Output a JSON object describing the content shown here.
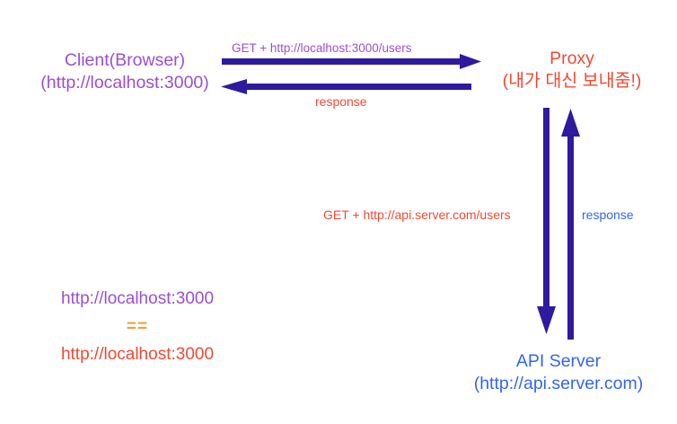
{
  "diagram": {
    "title_present": false,
    "background_color": "#ffffff",
    "colors": {
      "client_purple": "#9b4fd0",
      "proxy_red": "#f04a33",
      "api_blue": "#3366ee",
      "arrow_indigo": "#2e1a9e",
      "equals_orange": "#f0a03c"
    },
    "nodes": {
      "client": {
        "line1": "Client(Browser)",
        "line2": "(http://localhost:3000)",
        "color": "#9b4fd0"
      },
      "proxy": {
        "line1": "Proxy",
        "line2": "(내가 대신 보내줌!)",
        "color": "#f04a33"
      },
      "api_server": {
        "line1": "API Server",
        "line2": "(http://api.server.com)",
        "color": "#3366ee"
      }
    },
    "edges": [
      {
        "id": "client-to-proxy-request",
        "label": "GET + http://localhost:3000/users",
        "label_color": "#9b4fd0",
        "direction": "right",
        "from": "client",
        "to": "proxy"
      },
      {
        "id": "proxy-to-client-response",
        "label": "response",
        "label_color": "#f04a33",
        "direction": "left",
        "from": "proxy",
        "to": "client"
      },
      {
        "id": "proxy-to-api-request",
        "label": "GET + http://api.server.com/users",
        "label_color": "#f04a33",
        "direction": "down",
        "from": "proxy",
        "to": "api_server"
      },
      {
        "id": "api-to-proxy-response",
        "label": "response",
        "label_color": "#3366ee",
        "direction": "up",
        "from": "api_server",
        "to": "proxy"
      }
    ],
    "equality_note": {
      "url_top": "http://localhost:3000",
      "operator": "==",
      "url_bottom": "http://localhost:3000",
      "url_top_color": "#9b4fd0",
      "operator_color": "#f0a03c",
      "url_bottom_color": "#f04a33"
    }
  }
}
